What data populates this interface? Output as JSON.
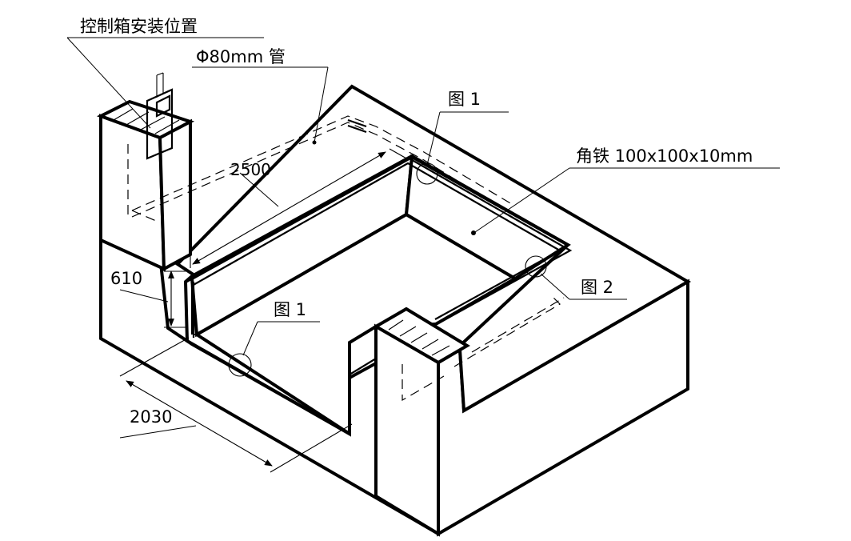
{
  "labels": {
    "control_box": "控制箱安装位置",
    "pipe": "Φ80mm 管",
    "figure1_top": "图 1",
    "angle_iron": "角铁 100x100x10mm",
    "figure2": "图 2",
    "figure1_left": "图 1",
    "dim_length": "2500",
    "dim_height": "610",
    "dim_width": "2030"
  },
  "colors": {
    "line": "#000000",
    "background": "#ffffff"
  }
}
